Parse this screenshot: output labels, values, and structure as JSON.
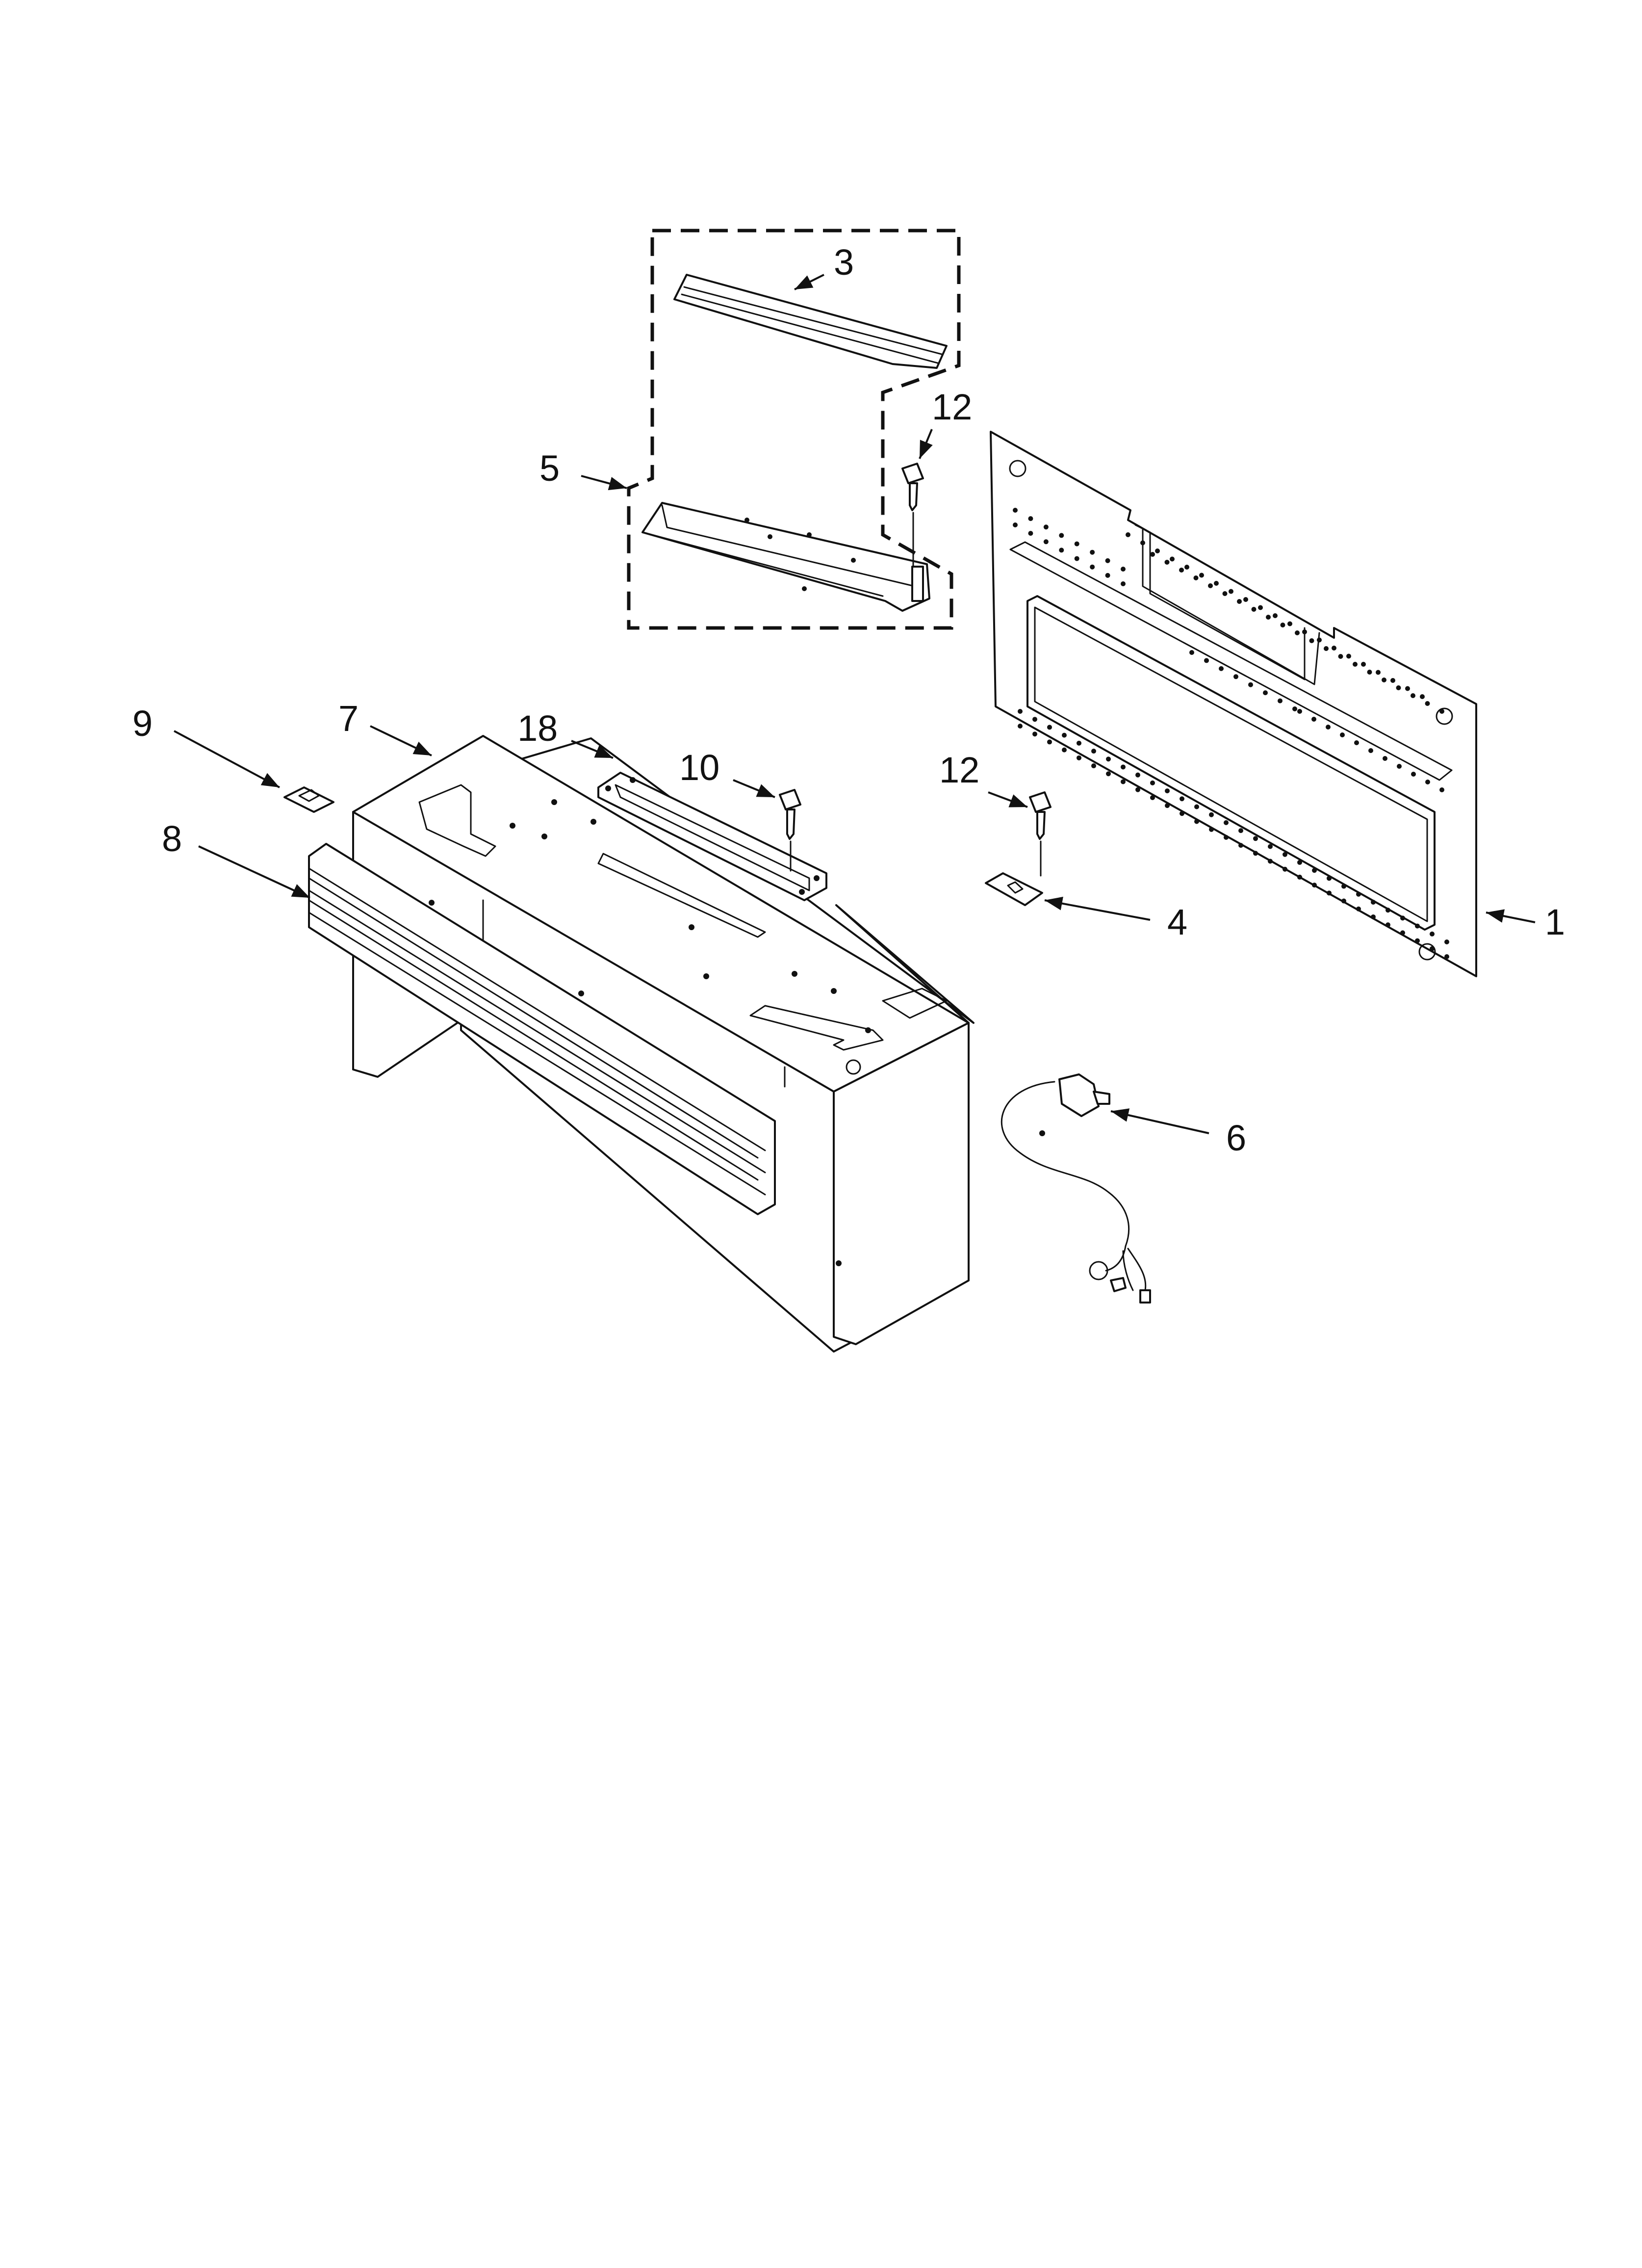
{
  "callouts": {
    "c1": "1",
    "c3": "3",
    "c4": "4",
    "c5": "5",
    "c6": "6",
    "c7": "7",
    "c8": "8",
    "c9": "9",
    "c10": "10",
    "c12a": "12",
    "c12b": "12",
    "c18": "18"
  },
  "colors": {
    "ink": "#111111",
    "paper": "#ffffff"
  }
}
